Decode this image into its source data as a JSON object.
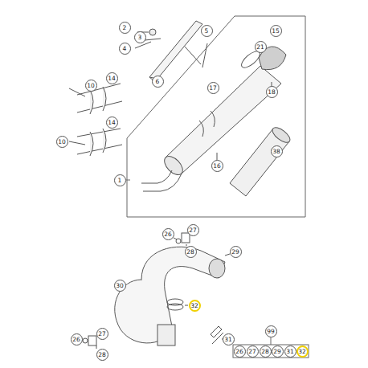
{
  "diagram": {
    "labels": [
      "2",
      "3",
      "4",
      "5",
      "6",
      "15",
      "21",
      "14",
      "10",
      "17",
      "18",
      "14",
      "10",
      "38",
      "16",
      "1",
      "26",
      "27",
      "28",
      "29",
      "30",
      "32",
      "31",
      "26",
      "27",
      "28",
      "99",
      "26",
      "27",
      "28",
      "29",
      "31",
      "32"
    ]
  }
}
